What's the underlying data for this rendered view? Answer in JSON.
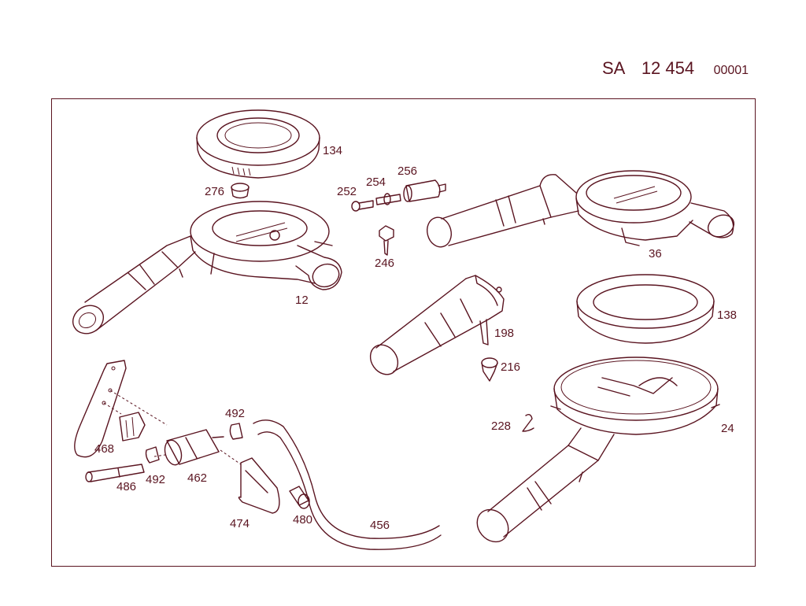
{
  "header": {
    "prefix": "SA",
    "number": "12 454",
    "sheet": "00001"
  },
  "colors": {
    "line": "#5a1420",
    "background": "#ffffff"
  },
  "parts": [
    {
      "id": "134",
      "name": "air-filter-element"
    },
    {
      "id": "276",
      "name": "cap"
    },
    {
      "id": "12",
      "name": "air-cleaner-housing"
    },
    {
      "id": "252",
      "name": "bolt"
    },
    {
      "id": "254",
      "name": "stud"
    },
    {
      "id": "256",
      "name": "rubber-mount"
    },
    {
      "id": "246",
      "name": "screw"
    },
    {
      "id": "36",
      "name": "air-cleaner-housing"
    },
    {
      "id": "138",
      "name": "air-filter-element"
    },
    {
      "id": "198",
      "name": "intake-pipe"
    },
    {
      "id": "216",
      "name": "valve"
    },
    {
      "id": "228",
      "name": "clip"
    },
    {
      "id": "24",
      "name": "air-cleaner-housing"
    },
    {
      "id": "468",
      "name": "bracket"
    },
    {
      "id": "492",
      "name": "clamp"
    },
    {
      "id": "486",
      "name": "hose"
    },
    {
      "id": "462",
      "name": "filter"
    },
    {
      "id": "474",
      "name": "holder"
    },
    {
      "id": "480",
      "name": "bolt"
    },
    {
      "id": "456",
      "name": "line"
    }
  ],
  "callouts": {
    "c134": "134",
    "c276": "276",
    "c12": "12",
    "c252": "252",
    "c254": "254",
    "c256": "256",
    "c246": "246",
    "c36": "36",
    "c138": "138",
    "c198": "198",
    "c216": "216",
    "c228": "228",
    "c24": "24",
    "c468": "468",
    "c492a": "492",
    "c492b": "492",
    "c486": "486",
    "c462": "462",
    "c474": "474",
    "c480": "480",
    "c456": "456"
  }
}
